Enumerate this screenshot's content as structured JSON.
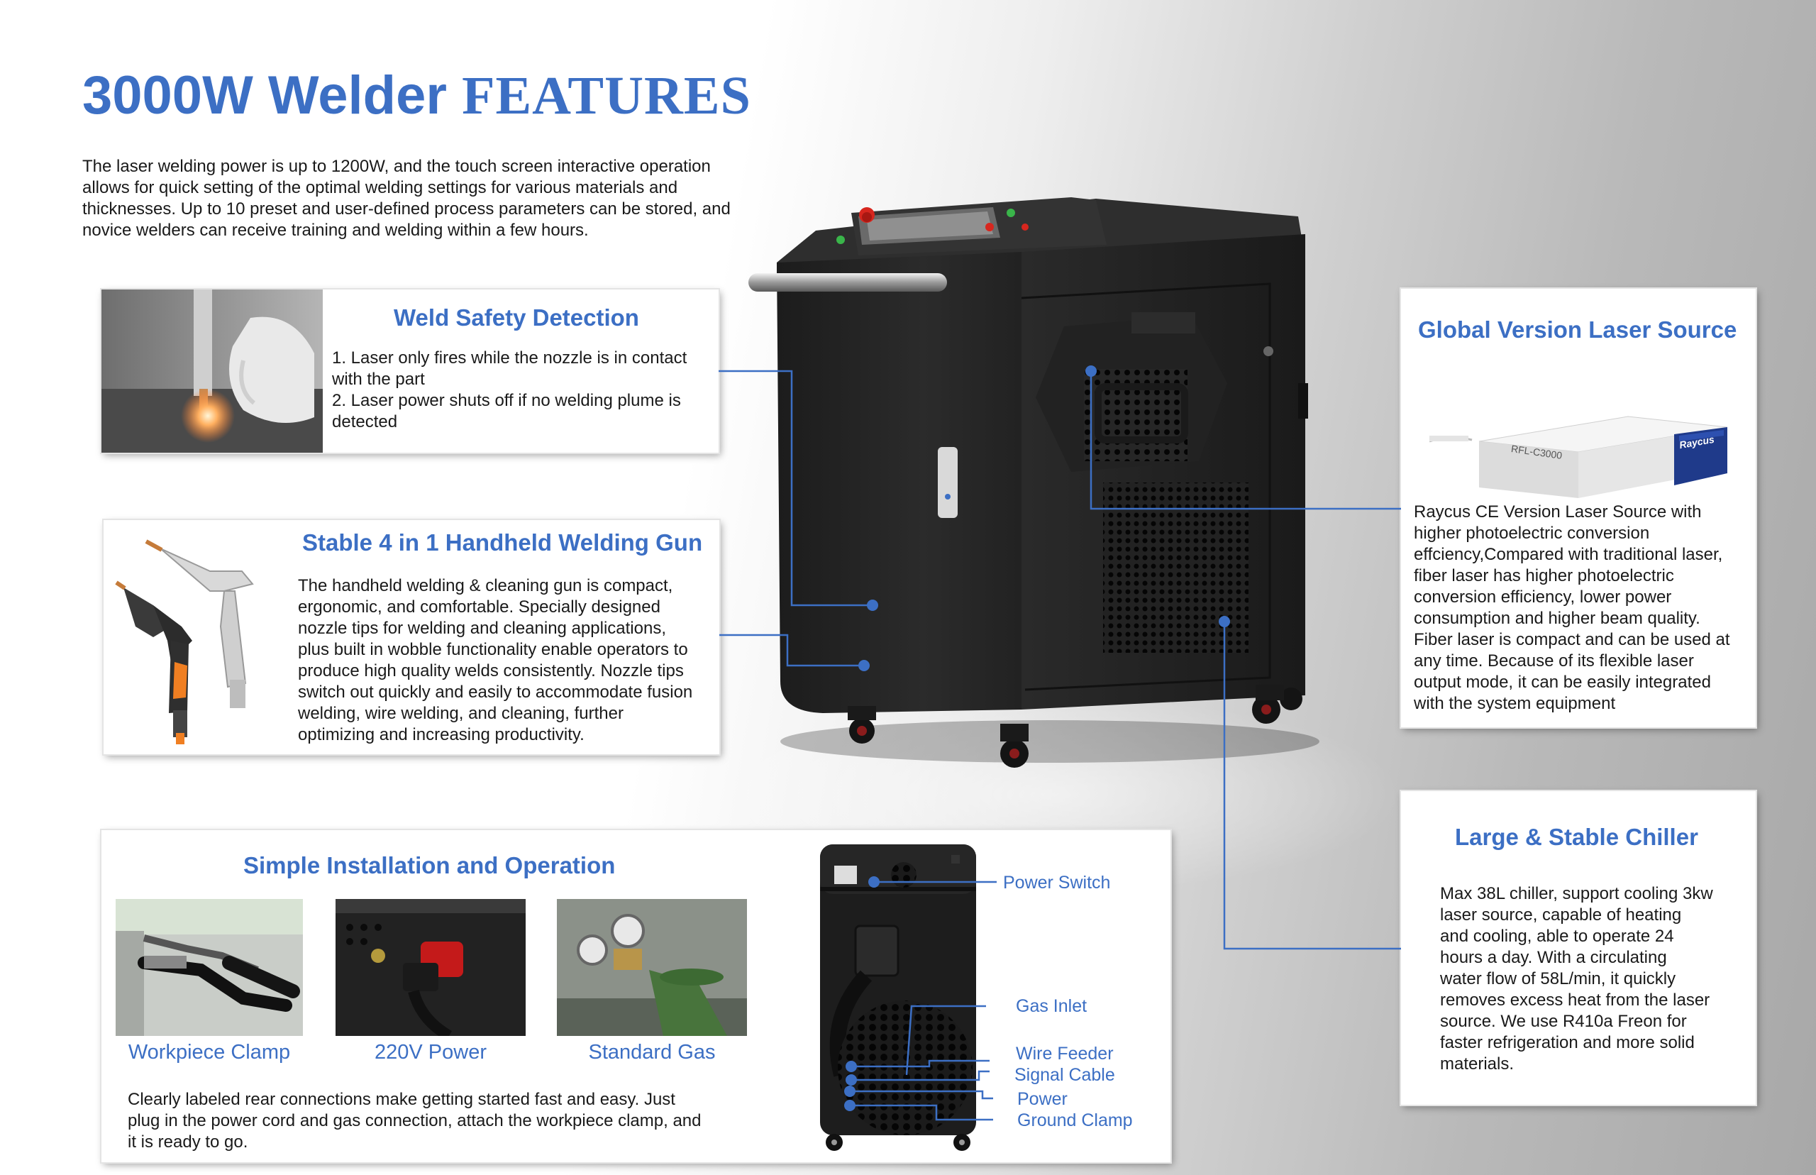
{
  "page": {
    "title_part1": "3000W Welder",
    "title_part2": "FEATURES",
    "intro": "The laser welding power is up to 1200W, and the touch screen interactive operation allows for quick setting of the optimal welding settings for various materials and thicknesses. Up to 10 preset and user-defined process parameters can be stored, and novice welders can receive training and welding within a few hours.",
    "accent_color": "#3c6fc4"
  },
  "weld_safety": {
    "title": "Weld Safety Detection",
    "text": "1. Laser only fires while the nozzle is in contact\nwith the part\n2. Laser power shuts off if no welding plume is\ndetected"
  },
  "welding_gun": {
    "title": "Stable 4 in 1 Handheld Welding Gun",
    "text": "The handheld welding & cleaning gun is compact,\nergonomic, and comfortable. Specially designed\nnozzle tips for welding and cleaning applications,\nplus built in wobble functionality enable operators to\nproduce high quality welds consistently. Nozzle tips\nswitch out quickly and easily to accommodate fusion\nwelding, wire welding, and cleaning, further\noptimizing and increasing productivity."
  },
  "laser_source": {
    "title": "Global Version Laser Source",
    "product_label": "RFL-C3000",
    "brand": "Raycus",
    "text": "Raycus CE Version Laser Source with\nhigher photoelectric  conversion\neffciency,Compared with traditional laser,\nfiber laser has higher photoelectric\nconversion efficiency, lower power\nconsumption and higher beam quality.\nFiber laser is compact and can be used at\nany time. Because of its flexible laser\noutput mode, it can be easily integrated\nwith the system equipment"
  },
  "chiller": {
    "title": "Large & Stable Chiller",
    "text": "Max 38L chiller, support cooling 3kw\nlaser source, capable of heating\nand cooling, able to operate 24\nhours a day. With a circulating\nwater flow of 58L/min, it quickly\nremoves excess heat from the laser\nsource. We use R410a Freon for\nfaster refrigeration and more solid\nmaterials."
  },
  "installation": {
    "title": "Simple Installation and Operation",
    "photos": [
      {
        "caption": "Workpiece Clamp"
      },
      {
        "caption": "220V Power"
      },
      {
        "caption": "Standard Gas"
      }
    ],
    "text": "Clearly labeled rear connections make getting started fast and easy. Just\nplug in the power cord and gas connection, attach the workpiece clamp, and\nit is ready to go.",
    "rear_labels": {
      "power_switch": "Power Switch",
      "gas_inlet": "Gas Inlet",
      "wire_feeder": "Wire Feeder",
      "signal_cable": "Signal Cable",
      "power": "Power",
      "ground_clamp": "Ground Clamp"
    }
  }
}
